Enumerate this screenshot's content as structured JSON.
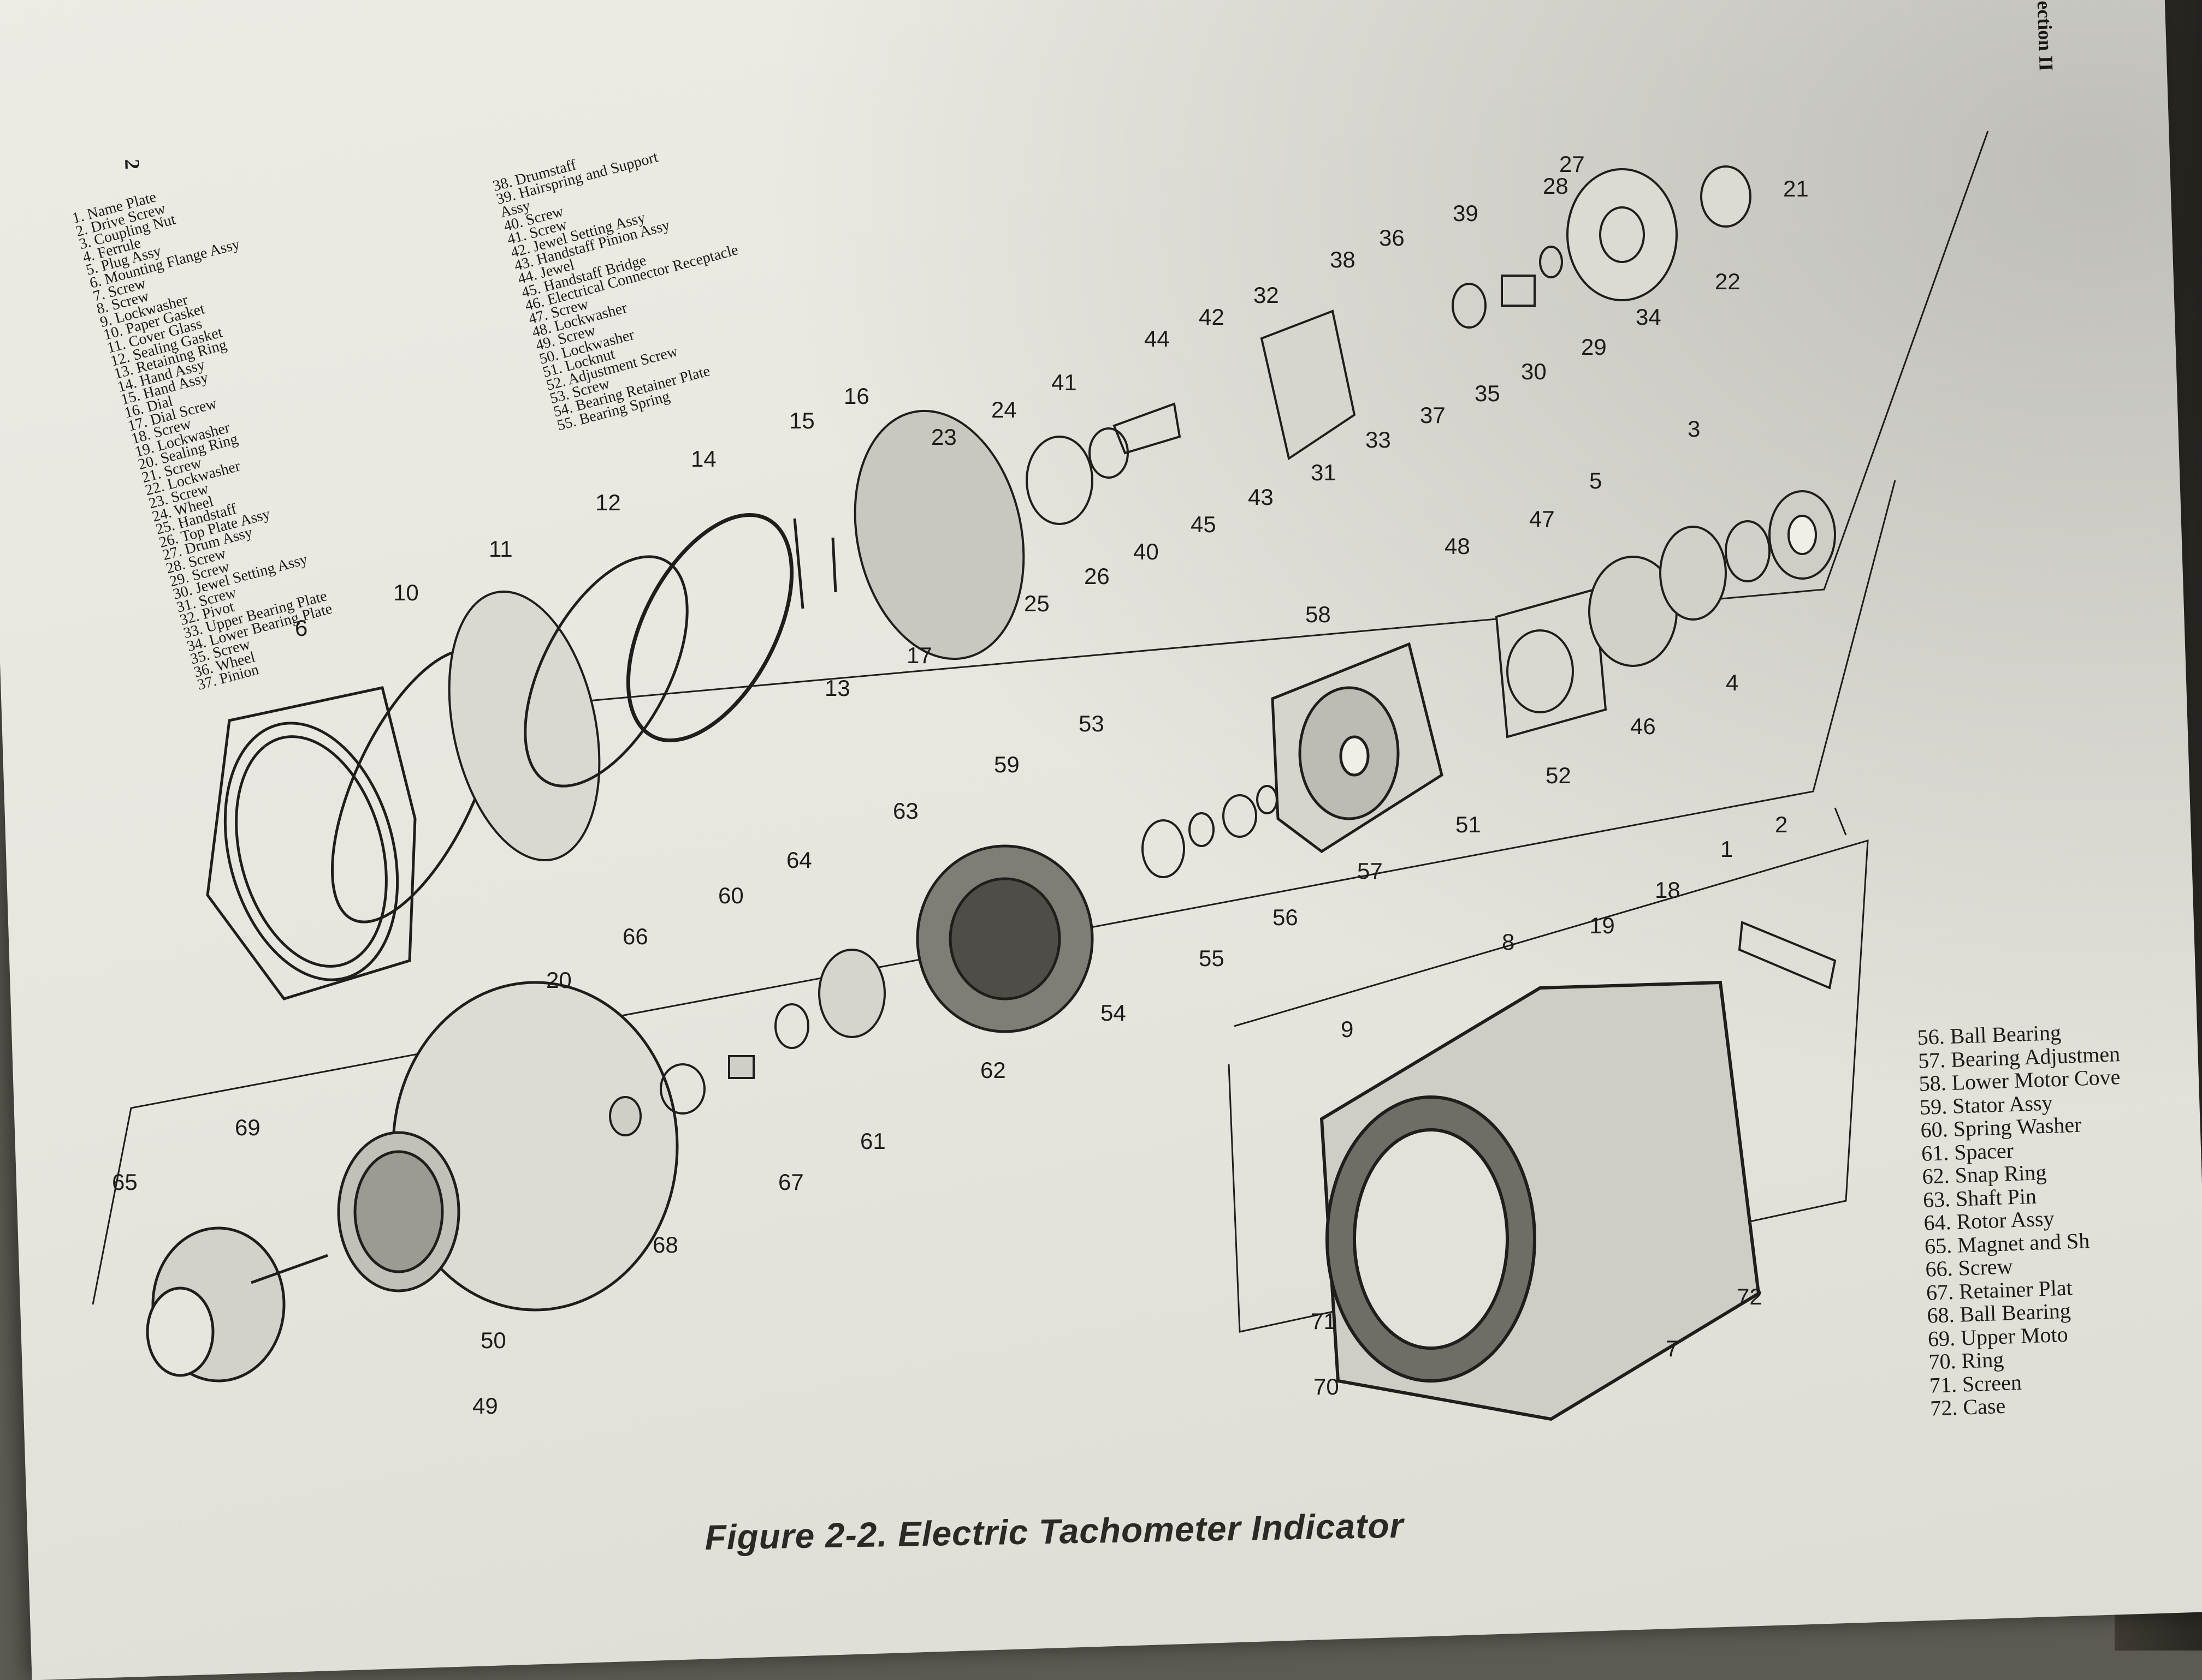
{
  "page_number": "2",
  "section_label": "Section II",
  "figure_caption": "Figure 2-2. Electric Tachometer Indicator",
  "legend_column_a": [
    "1. Name Plate",
    "2. Drive Screw",
    "3. Coupling Nut",
    "4. Ferrule",
    "5. Plug Assy",
    "6. Mounting Flange Assy",
    "7. Screw",
    "8. Screw",
    "9. Lockwasher",
    "10. Paper Gasket",
    "11. Cover Glass",
    "12. Sealing Gasket",
    "13. Retaining Ring",
    "14. Hand Assy",
    "15. Hand Assy",
    "16. Dial",
    "17. Dial Screw",
    "18. Screw",
    "19. Lockwasher",
    "20. Sealing Ring",
    "21. Screw",
    "22. Lockwasher",
    "23. Screw",
    "24. Wheel",
    "25. Handstaff",
    "26. Top Plate Assy",
    "27. Drum Assy",
    "28. Screw",
    "29. Screw",
    "30. Jewel Setting Assy",
    "31. Screw",
    "32. Pivot",
    "33. Upper Bearing Plate",
    "34. Lower Bearing Plate",
    "35. Screw",
    "36. Wheel",
    "37. Pinion"
  ],
  "legend_column_b": [
    "38. Drumstaff",
    "39. Hairspring and Support",
    "Assy",
    "40. Screw",
    "41. Screw",
    "42. Jewel Setting Assy",
    "43. Handstaff Pinion Assy",
    "44. Jewel",
    "45. Handstaff Bridge",
    "46. Electrical Connector Receptacle",
    "47. Screw",
    "48. Lockwasher",
    "49. Screw",
    "50. Lockwasher",
    "51. Locknut",
    "52. Adjustment Screw",
    "53. Screw",
    "54. Bearing Retainer Plate",
    "55. Bearing Spring"
  ],
  "legend_column_c": [
    "56. Ball Bearing",
    "57. Bearing Adjustmen",
    "58. Lower Motor Cove",
    "59. Stator Assy",
    "60. Spring Washer",
    "61. Spacer",
    "62. Snap Ring",
    "63. Shaft Pin",
    "64. Rotor Assy",
    "65. Magnet and Sh",
    "66. Screw",
    "67. Retainer Plat",
    "68. Ball Bearing",
    "69. Upper Moto",
    "70. Ring",
    "71. Screen",
    "72. Case"
  ],
  "callouts": [
    "1",
    "2",
    "3",
    "4",
    "5",
    "6",
    "7",
    "8",
    "9",
    "10",
    "11",
    "12",
    "13",
    "14",
    "15",
    "16",
    "17",
    "18",
    "19",
    "20",
    "21",
    "22",
    "23",
    "24",
    "25",
    "26",
    "27",
    "28",
    "29",
    "30",
    "31",
    "32",
    "33",
    "34",
    "35",
    "36",
    "37",
    "38",
    "39",
    "40",
    "41",
    "42",
    "43",
    "44",
    "45",
    "46",
    "47",
    "48",
    "49",
    "50",
    "51",
    "52",
    "53",
    "54",
    "55",
    "56",
    "57",
    "58",
    "59",
    "60",
    "61",
    "62",
    "63",
    "64",
    "65",
    "66",
    "67",
    "68",
    "69",
    "70",
    "71",
    "72"
  ]
}
